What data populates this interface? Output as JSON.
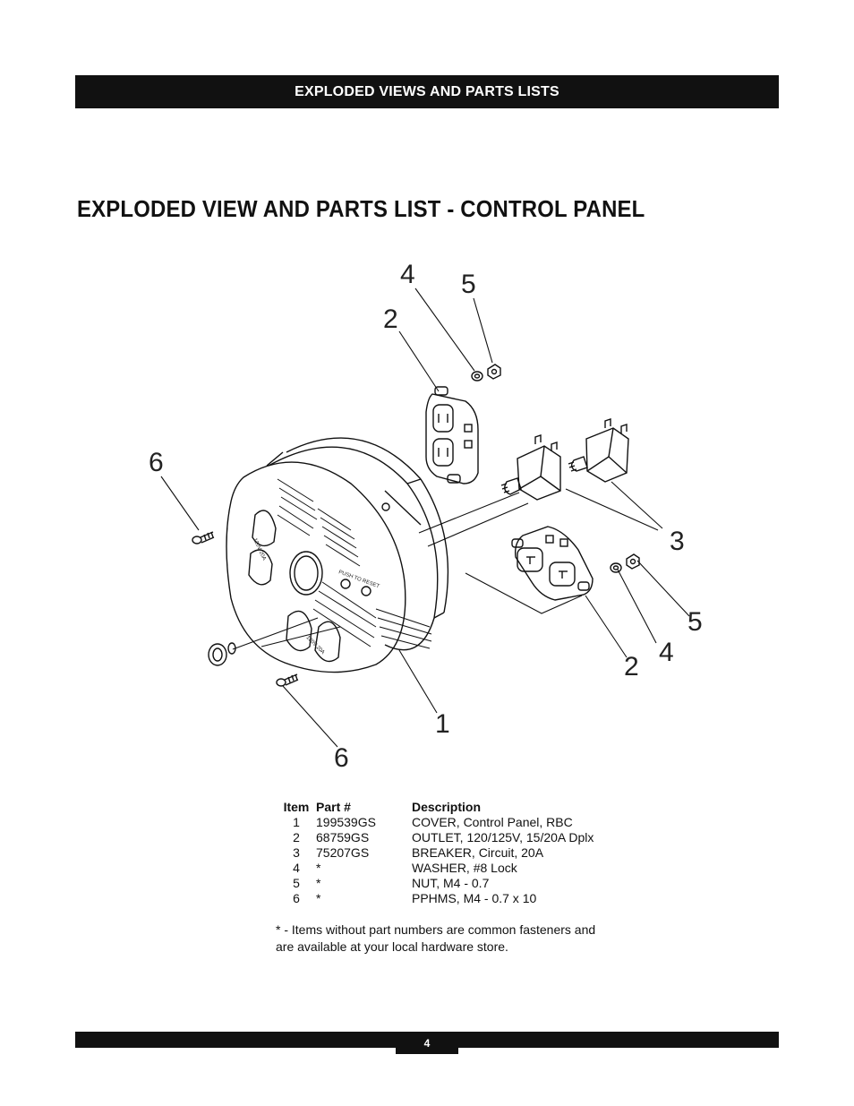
{
  "header": {
    "title": "EXPLODED VIEWS AND PARTS LISTS"
  },
  "page_title": "EXPLODED VIEW AND PARTS LIST - CONTROL PANEL",
  "diagram": {
    "callouts": {
      "a": "4",
      "b": "5",
      "c": "2",
      "d": "6",
      "e": "3",
      "f": "5",
      "g": "4",
      "h": "2",
      "i": "1",
      "j": "6"
    },
    "panel_labels": {
      "outlet_top": "120V 20A",
      "breaker": "PUSH TO RESET",
      "outlet_bottom": "120V 20A"
    }
  },
  "parts_list": {
    "headers": {
      "item": "Item",
      "part": "Part #",
      "description": "Description"
    },
    "rows": [
      {
        "item": "1",
        "part": "199539GS",
        "description": "COVER, Control Panel, RBC"
      },
      {
        "item": "2",
        "part": "68759GS",
        "description": "OUTLET, 120/125V, 15/20A Dplx"
      },
      {
        "item": "3",
        "part": "75207GS",
        "description": "BREAKER, Circuit, 20A"
      },
      {
        "item": "4",
        "part": "*",
        "description": "WASHER, #8 Lock"
      },
      {
        "item": "5",
        "part": "*",
        "description": "NUT, M4 - 0.7"
      },
      {
        "item": "6",
        "part": "*",
        "description": "PPHMS, M4 - 0.7 x 10"
      }
    ]
  },
  "footnote": {
    "line1": "* - Items without part numbers are common fasteners and",
    "line2": "are available at your local hardware store."
  },
  "footer": {
    "page_number": "4"
  }
}
